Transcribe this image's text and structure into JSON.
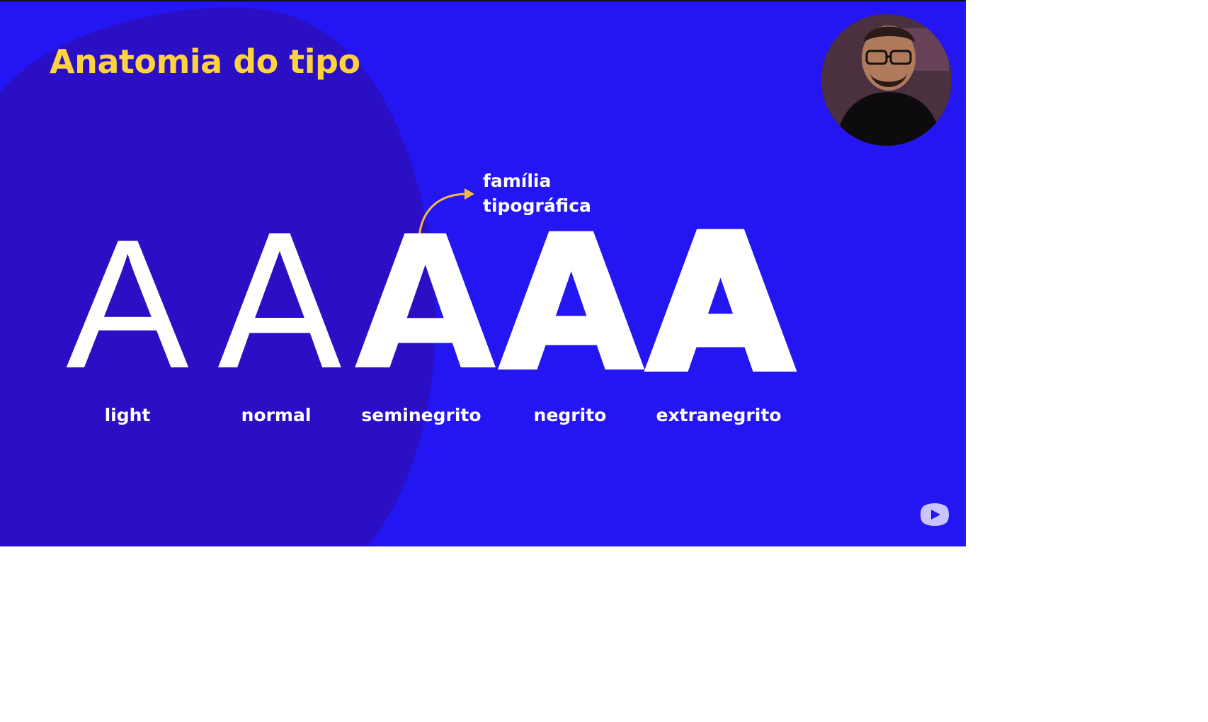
{
  "slide": {
    "title": "Anatomia do tipo",
    "letter": "A",
    "weights": [
      {
        "label": "light"
      },
      {
        "label": "normal"
      },
      {
        "label": "seminegrito"
      },
      {
        "label": "negrito"
      },
      {
        "label": "extranegrito"
      }
    ],
    "annotation": {
      "line1": "família",
      "line2": "tipográfica"
    }
  },
  "webcam": {
    "icon": "presenter-webcam"
  },
  "watermark": {
    "icon": "play-logo-icon"
  },
  "colors": {
    "background": "#2316f2",
    "blob": "#2a0fc4",
    "title": "#ffd23f",
    "arrow": "#f4b942",
    "text": "#ffffff"
  }
}
